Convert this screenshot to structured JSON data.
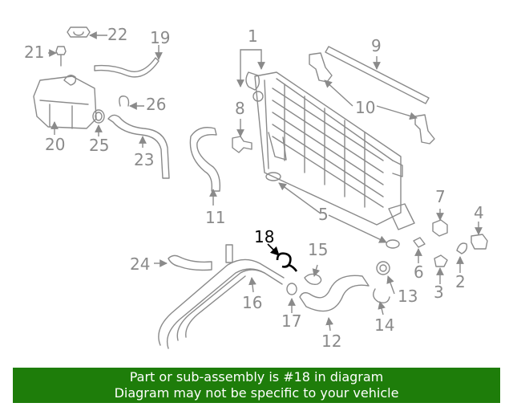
{
  "callouts": {
    "c1": "1",
    "c2": "2",
    "c3": "3",
    "c4": "4",
    "c5": "5",
    "c6": "6",
    "c7": "7",
    "c8": "8",
    "c9": "9",
    "c10": "10",
    "c11": "11",
    "c12": "12",
    "c13": "13",
    "c14": "14",
    "c15": "15",
    "c16": "16",
    "c17": "17",
    "c18": "18",
    "c19": "19",
    "c20": "20",
    "c21": "21",
    "c22": "22",
    "c23": "23",
    "c24": "24",
    "c25": "25",
    "c26": "26"
  },
  "highlighted_part": "18",
  "colors": {
    "banner": "#1e7d0a",
    "line": "#8a8a8a",
    "highlight": "#000000"
  },
  "banner": {
    "line1": "Part or sub-assembly is #18 in diagram",
    "line2": "Diagram may not be specific to your vehicle"
  }
}
